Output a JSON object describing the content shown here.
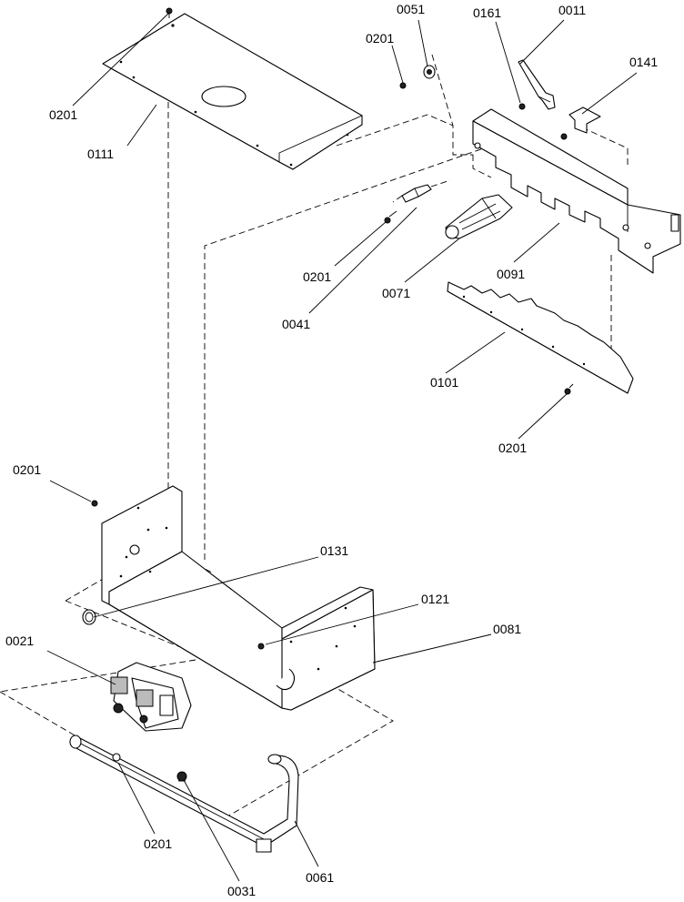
{
  "diagram": {
    "labels": [
      {
        "id": "l0201a",
        "text": "0201"
      },
      {
        "id": "l0111",
        "text": "0111"
      },
      {
        "id": "l0201b",
        "text": "0201"
      },
      {
        "id": "l0051",
        "text": "0051"
      },
      {
        "id": "l0161",
        "text": "0161"
      },
      {
        "id": "l0011",
        "text": "0011"
      },
      {
        "id": "l0141",
        "text": "0141"
      },
      {
        "id": "l0201c",
        "text": "0201"
      },
      {
        "id": "l0041",
        "text": "0041"
      },
      {
        "id": "l0071",
        "text": "0071"
      },
      {
        "id": "l0091",
        "text": "0091"
      },
      {
        "id": "l0101",
        "text": "0101"
      },
      {
        "id": "l0201d",
        "text": "0201"
      },
      {
        "id": "l0201e",
        "text": "0201"
      },
      {
        "id": "l0131",
        "text": "0131"
      },
      {
        "id": "l0121",
        "text": "0121"
      },
      {
        "id": "l0021",
        "text": "0021"
      },
      {
        "id": "l0081",
        "text": "0081"
      },
      {
        "id": "l0201f",
        "text": "0201"
      },
      {
        "id": "l0031",
        "text": "0031"
      },
      {
        "id": "l0061",
        "text": "0061"
      }
    ]
  }
}
